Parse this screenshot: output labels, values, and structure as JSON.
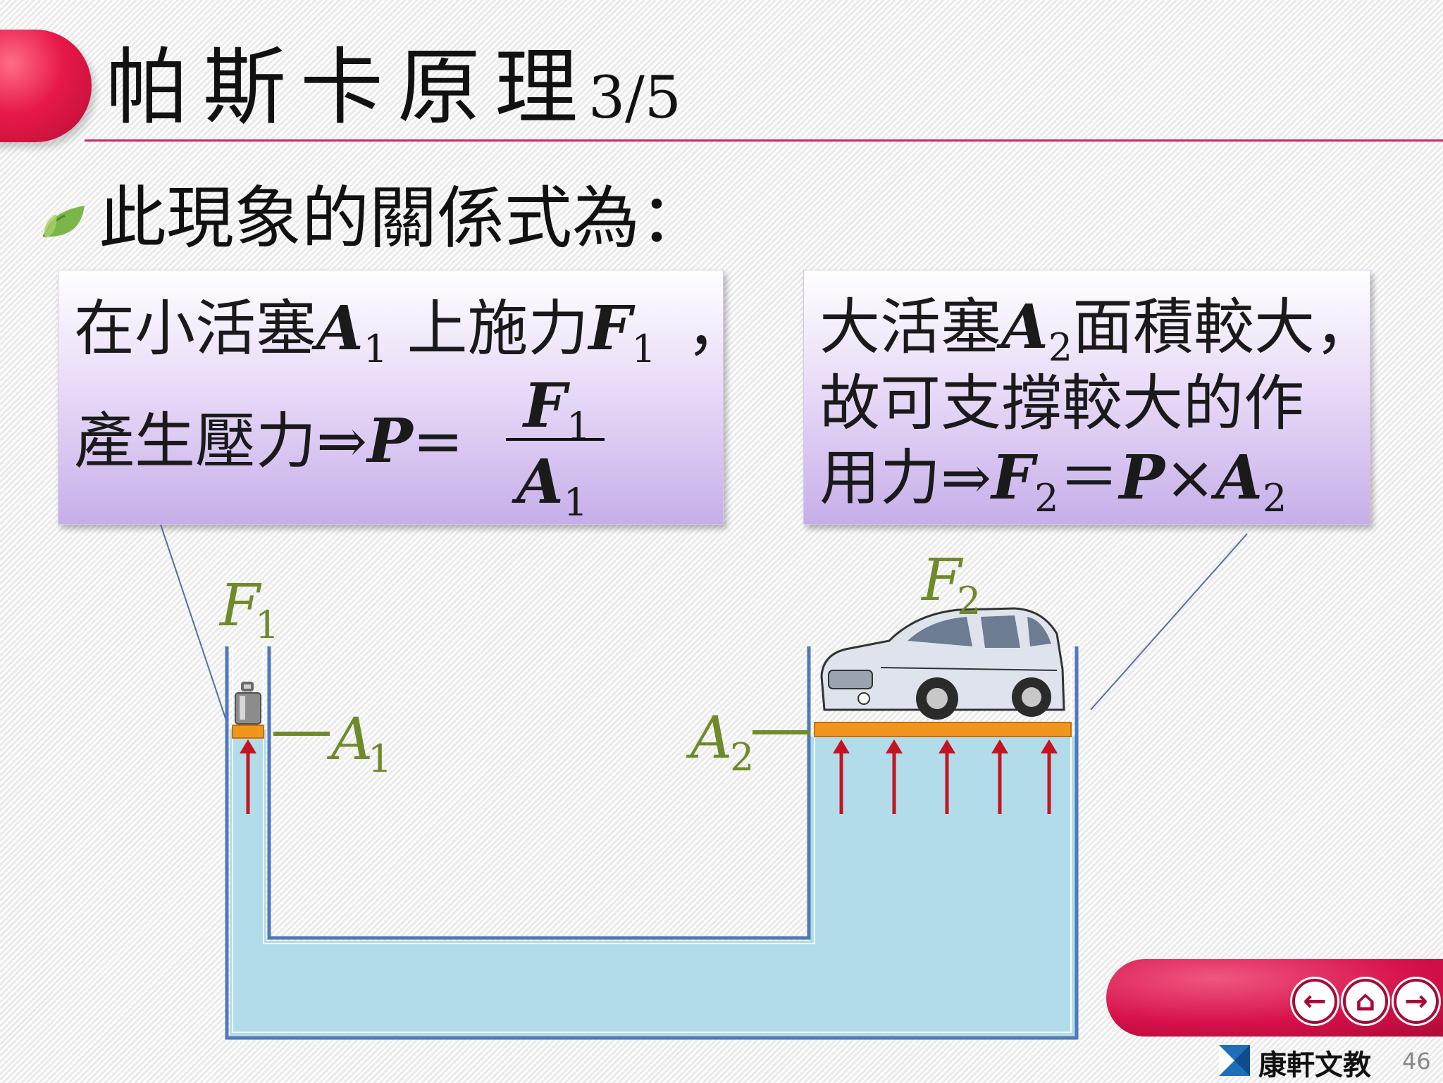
{
  "title": {
    "text": "帕斯卡原理",
    "page": "3/5"
  },
  "bullet": {
    "text": "此現象的關係式為："
  },
  "left_box": {
    "line1_prefix": "在小活塞",
    "a_label": "A",
    "sub1": "1",
    "line1_mid": "上施力",
    "f_label": "F",
    "line1_suffix": "，",
    "line2_prefix": "產生壓力⇒",
    "p_label": "P",
    "equals": "=",
    "frac_num": "F",
    "frac_den": "A"
  },
  "right_box": {
    "line1_prefix": "大活塞",
    "a_label": "A",
    "sub2": "2",
    "line1_suffix": "面積較大，",
    "line2": "故可支撐較大的作",
    "line3_prefix": "用力⇒",
    "f_label": "F",
    "equals": "＝",
    "p_label": "P",
    "times": "×"
  },
  "diagram": {
    "f1_letter": "F",
    "f1_sub": "1",
    "f2_letter": "F",
    "f2_sub": "2",
    "a1_letter": "A",
    "a1_sub": "1",
    "a2_letter": "A",
    "a2_sub": "2"
  },
  "footer": {
    "publisher": "康軒文教",
    "page_number": "46"
  },
  "colors": {
    "accent": "#d2245a",
    "label_green": "#6f8a2a",
    "arrow_red": "#c41420",
    "fluid": "#b3dcea",
    "container": "#4f79b8",
    "piston": "#f0961e"
  },
  "icons": [
    "leaf-icon",
    "back-arrow-icon",
    "home-icon",
    "forward-arrow-icon",
    "publisher-logo-icon",
    "weight-icon",
    "car-icon"
  ]
}
